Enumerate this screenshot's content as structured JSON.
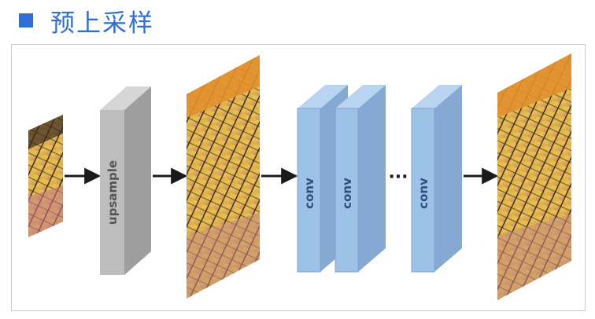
{
  "header": {
    "title": "预上采样"
  },
  "diagram": {
    "upsample_label": "upsample",
    "conv_labels": [
      "conv",
      "conv",
      "conv"
    ],
    "ellipsis": "···"
  },
  "colors": {
    "accent": "#2f6fd1",
    "upsample_front": "#bdbdbd",
    "upsample_side": "#9e9e9e",
    "conv_front": "#9cc2e8",
    "conv_side": "#86a9d3",
    "arrow": "#1a1a1a"
  }
}
